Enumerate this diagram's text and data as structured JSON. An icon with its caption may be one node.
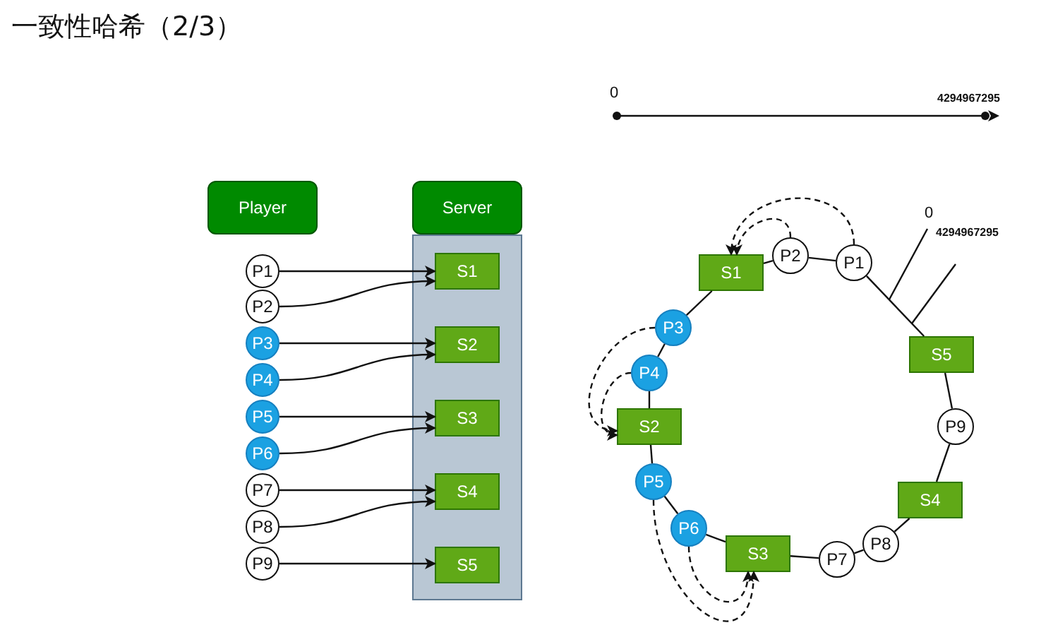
{
  "diagram": {
    "title": "一致性哈希（2/3）",
    "nodes": [
      {
        "text": [
          "Player"
        ]
      },
      {
        "text": [
          "Server"
        ]
      },
      {
        "text": [],
        "shape": "box"
      },
      {
        "text": [
          "P1"
        ]
      },
      {
        "text": [
          "P2"
        ]
      },
      {
        "text": [
          "P3"
        ]
      },
      {
        "text": [
          "P4"
        ]
      },
      {
        "text": [
          "P5"
        ]
      },
      {
        "text": [
          "P6"
        ]
      },
      {
        "text": [
          "P7"
        ]
      },
      {
        "text": [
          "P8"
        ]
      },
      {
        "text": [
          "P9"
        ]
      },
      {
        "text": [
          "S1"
        ],
        "in": 2
      },
      {
        "text": [
          "S2"
        ],
        "in": 2
      },
      {
        "text": [
          "S3"
        ],
        "in": 2
      },
      {
        "text": [
          "S4"
        ],
        "in": 2
      },
      {
        "text": [
          "S5"
        ],
        "in": 2
      },
      {
        "text": [
          "S1"
        ]
      },
      {
        "text": [
          "P2"
        ]
      },
      {
        "text": [
          "P1"
        ]
      },
      {
        "text": [
          "S5"
        ]
      },
      {
        "text": [
          "P9"
        ]
      },
      {
        "text": [
          "S4"
        ]
      },
      {
        "text": [
          "P8"
        ]
      },
      {
        "text": [
          "P7"
        ]
      },
      {
        "text": [
          "S3"
        ]
      },
      {
        "text": [
          "P6"
        ]
      },
      {
        "text": [
          "P5"
        ]
      },
      {
        "text": [
          "S2"
        ]
      },
      {
        "text": [
          "P4"
        ]
      },
      {
        "text": [
          "P3"
        ]
      }
    ],
    "edges": [
      {
        "from": 3,
        "to": 12,
        "arrow": "to"
      },
      {
        "from": 4,
        "to": 12,
        "arrow": "to"
      },
      {
        "from": 5,
        "to": 13,
        "arrow": "to"
      },
      {
        "from": 6,
        "to": 13,
        "arrow": "to"
      },
      {
        "from": 7,
        "to": 14,
        "arrow": "to"
      },
      {
        "from": 8,
        "to": 14,
        "arrow": "to"
      },
      {
        "from": 9,
        "to": 15,
        "arrow": "to"
      },
      {
        "from": 10,
        "to": 15,
        "arrow": "to"
      },
      {
        "from": 11,
        "to": 16,
        "arrow": "to"
      },
      {
        "from": 17,
        "to": 18,
        "arrow": "none"
      },
      {
        "from": 18,
        "to": 19,
        "arrow": "none"
      },
      {
        "from": 19,
        "to": 20,
        "arrow": "none"
      },
      {
        "from": 20,
        "to": 21,
        "arrow": "none"
      },
      {
        "from": 21,
        "to": 22,
        "arrow": "none"
      },
      {
        "from": 22,
        "to": 23,
        "arrow": "none"
      },
      {
        "from": 23,
        "to": 24,
        "arrow": "none"
      },
      {
        "from": 24,
        "to": 25,
        "arrow": "none"
      },
      {
        "from": 25,
        "to": 26,
        "arrow": "none"
      },
      {
        "from": 26,
        "to": 27,
        "arrow": "none"
      },
      {
        "from": 27,
        "to": 28,
        "arrow": "none"
      },
      {
        "from": 28,
        "to": 29,
        "arrow": "none"
      },
      {
        "from": 29,
        "to": 30,
        "arrow": "none"
      },
      {
        "from": 30,
        "to": 17,
        "arrow": "none"
      },
      {
        "from": 19,
        "to": 17,
        "arrow": "to",
        "style": "dashed"
      },
      {
        "from": 18,
        "to": 17,
        "arrow": "to",
        "style": "dashed"
      },
      {
        "from": 30,
        "to": 28,
        "arrow": "to",
        "style": "dashed"
      },
      {
        "from": 29,
        "to": 28,
        "arrow": "to",
        "style": "dashed"
      },
      {
        "from": 27,
        "to": 25,
        "arrow": "to",
        "style": "dashed"
      },
      {
        "from": 26,
        "to": 25,
        "arrow": "to",
        "style": "dashed"
      }
    ],
    "labels": [
      "0",
      "4294967295",
      "0",
      "4294967295"
    ]
  }
}
